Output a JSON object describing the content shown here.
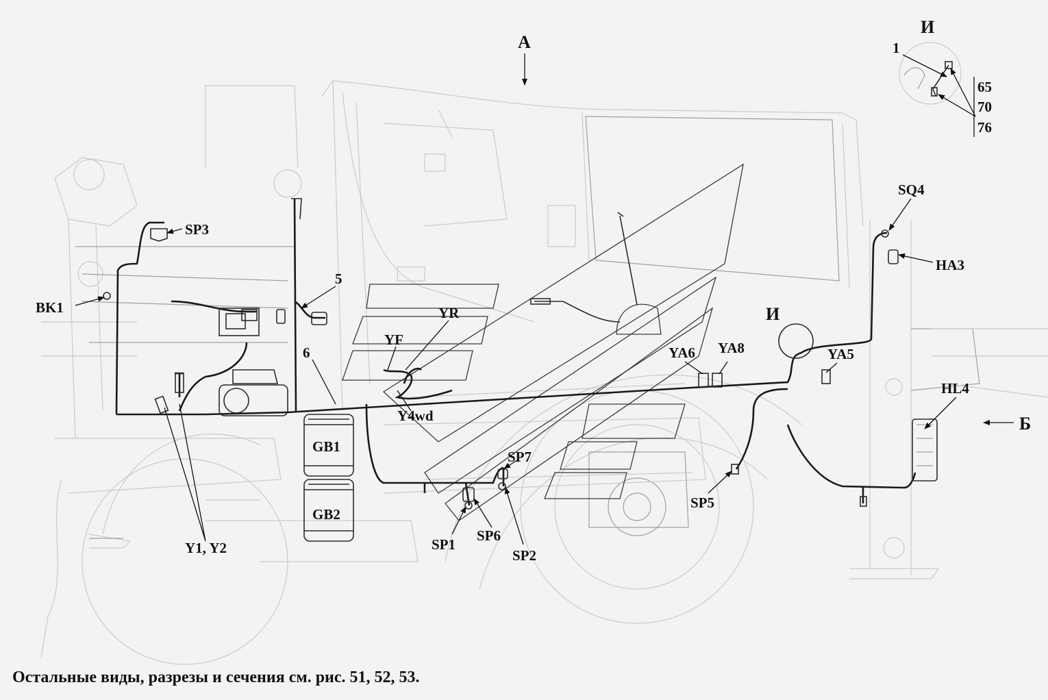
{
  "labels": {
    "view_a": "А",
    "view_b": "Б",
    "view_i_title": "И",
    "view_i_marker": "И",
    "inset_callout": "1",
    "inset_num_1": "65",
    "inset_num_2": "70",
    "inset_num_3": "76",
    "sp3": "SP3",
    "bk1": "BK1",
    "c5": "5",
    "c6": "6",
    "yr": "YR",
    "yf": "YF",
    "y4wd": "Y4wd",
    "gb1": "GB1",
    "gb2": "GB2",
    "y1y2": "Y1, Y2",
    "sp7": "SP7",
    "sp1": "SP1",
    "sp6": "SP6",
    "sp2": "SP2",
    "ya6": "YA6",
    "ya8": "YA8",
    "ya5": "YA5",
    "sq4": "SQ4",
    "ha3": "HA3",
    "hl4": "HL4",
    "sp5": "SP5"
  },
  "footer": "Остальные виды, разрезы и сечения см. рис. 51, 52, 53."
}
